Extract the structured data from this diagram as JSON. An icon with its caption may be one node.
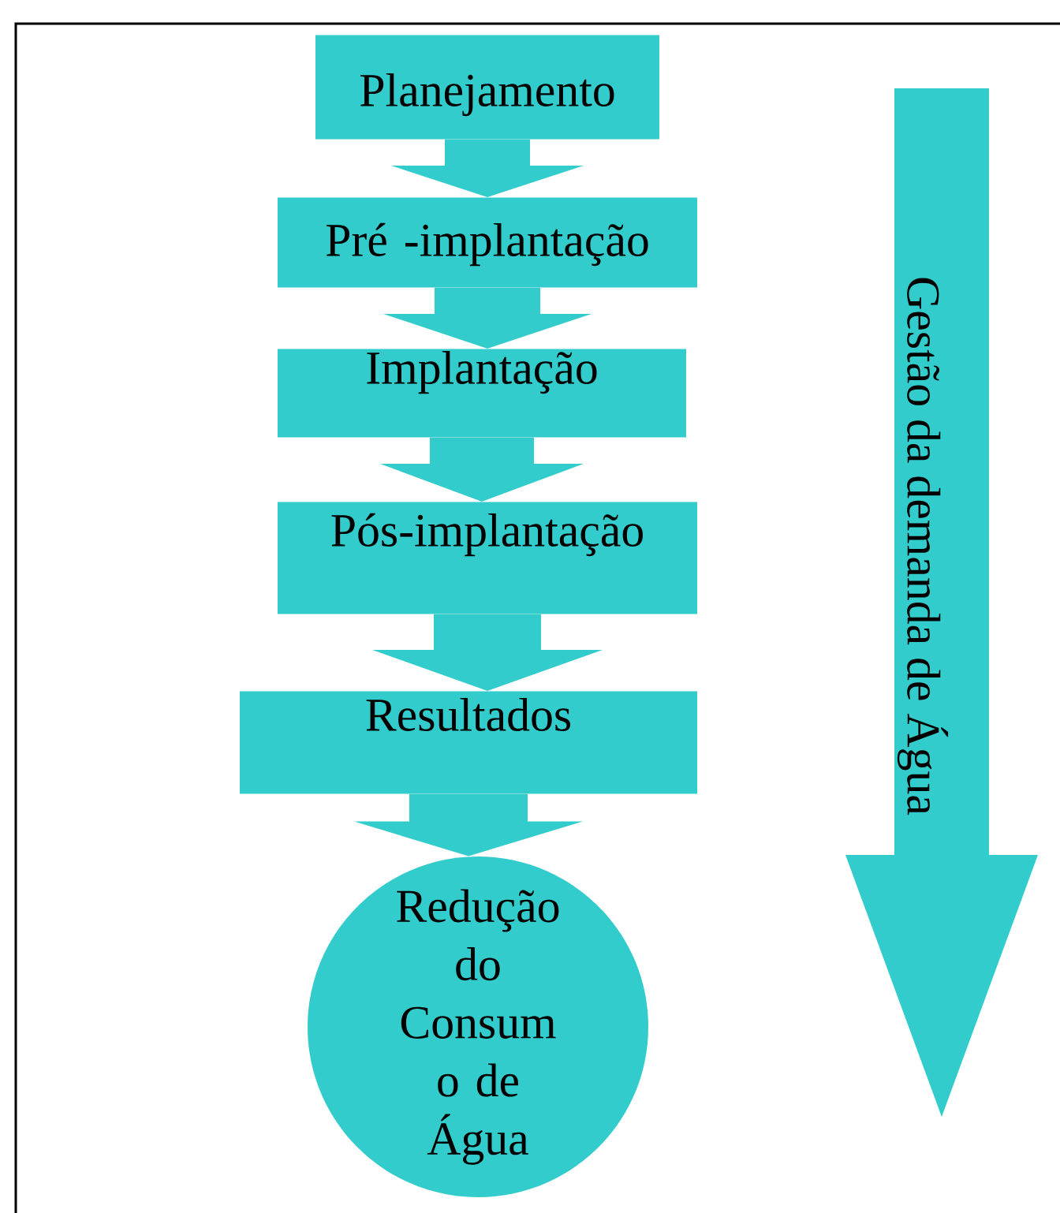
{
  "diagram": {
    "nodes": [
      {
        "text": [
          "Planejamento"
        ]
      },
      {
        "text": [
          "Pré -implantação"
        ]
      },
      {
        "text": [
          "Implantação"
        ]
      },
      {
        "text": [
          "Pós-implantação"
        ]
      },
      {
        "text": [
          "Resultados"
        ]
      },
      {
        "text": [
          "Redução do Consum o de Água"
        ]
      },
      {
        "text": [
          "Gestão da demanda de Água"
        ]
      }
    ],
    "edges": [
      {
        "from": 0,
        "to": 1,
        "arrow": "to"
      },
      {
        "from": 1,
        "to": 2,
        "arrow": "to"
      },
      {
        "from": 2,
        "to": 3,
        "arrow": "to"
      },
      {
        "from": 3,
        "to": 4,
        "arrow": "to"
      },
      {
        "from": 4,
        "to": 5,
        "arrow": "to"
      }
    ]
  }
}
